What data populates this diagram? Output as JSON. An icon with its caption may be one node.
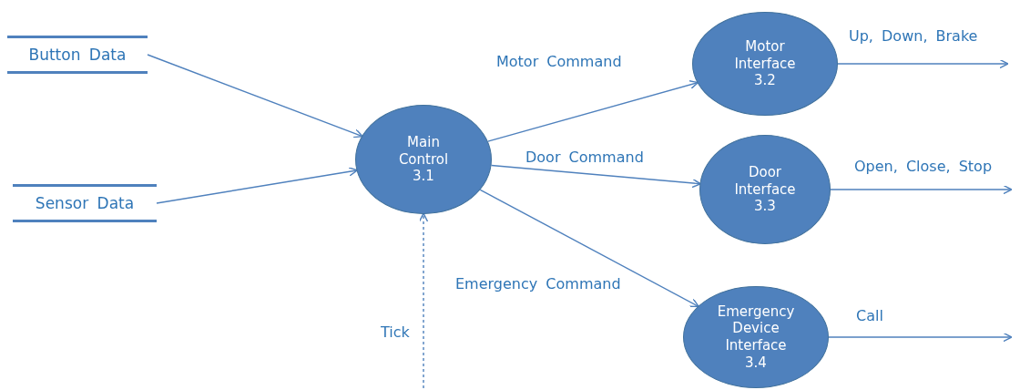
{
  "diagram": {
    "nodes": [
      {
        "text": [
          "Button Data"
        ]
      },
      {
        "text": [
          "Sensor Data"
        ]
      },
      {
        "text": [
          "Main Control",
          "3.1"
        ]
      },
      {
        "text": [
          "Motor Interface",
          "3.2"
        ]
      },
      {
        "text": [
          "Door Interface",
          "3.3"
        ]
      },
      {
        "text": [
          "Emergency Device Interface",
          "3.4"
        ]
      }
    ],
    "edges": [
      {
        "from": 0,
        "to": 2,
        "arrow": "to"
      },
      {
        "from": 1,
        "to": 2,
        "arrow": "to"
      },
      {
        "from": null,
        "to": 2,
        "arrow": "to",
        "label": "Tick",
        "style": "dashed"
      },
      {
        "from": 2,
        "to": 3,
        "arrow": "to",
        "label": "Motor Command"
      },
      {
        "from": 2,
        "to": 4,
        "arrow": "to",
        "label": "Door Command"
      },
      {
        "from": 2,
        "to": 5,
        "arrow": "to",
        "label": "Emergency Command"
      },
      {
        "from": 3,
        "to": null,
        "arrow": "to",
        "label": "Up, Down, Brake"
      },
      {
        "from": 4,
        "to": null,
        "arrow": "to",
        "label": "Open, Close, Stop"
      },
      {
        "from": 5,
        "to": null,
        "arrow": "to",
        "label": "Call"
      }
    ]
  }
}
